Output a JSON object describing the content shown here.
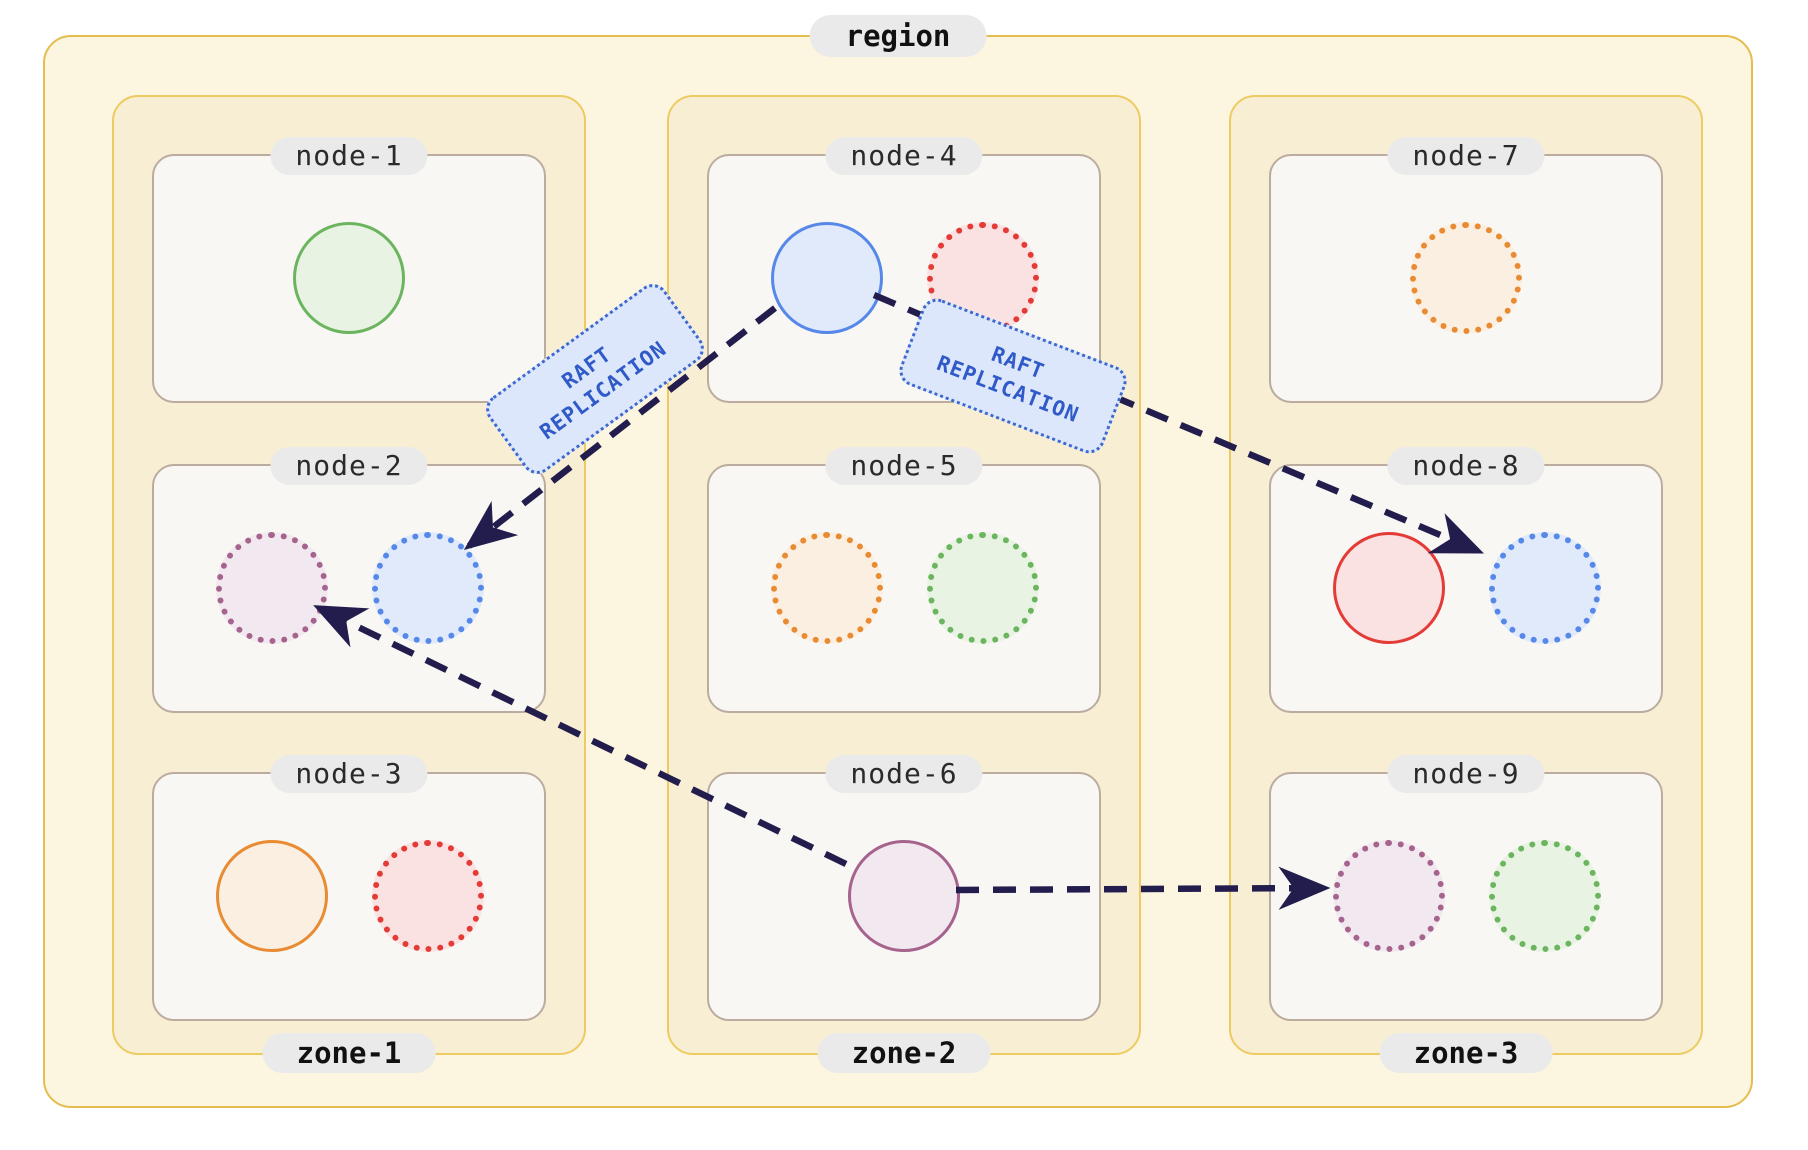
{
  "region": {
    "label": "region"
  },
  "zones": [
    {
      "label": "zone-1",
      "nodes": [
        {
          "label": "node-1",
          "replicas": [
            {
              "color": "green",
              "style": "solid"
            }
          ]
        },
        {
          "label": "node-2",
          "replicas": [
            {
              "color": "purple",
              "style": "dotted"
            },
            {
              "color": "blue",
              "style": "dotted"
            }
          ]
        },
        {
          "label": "node-3",
          "replicas": [
            {
              "color": "orange",
              "style": "solid"
            },
            {
              "color": "red",
              "style": "dotted"
            }
          ]
        }
      ]
    },
    {
      "label": "zone-2",
      "nodes": [
        {
          "label": "node-4",
          "replicas": [
            {
              "color": "blue",
              "style": "solid"
            },
            {
              "color": "red",
              "style": "dotted"
            }
          ]
        },
        {
          "label": "node-5",
          "replicas": [
            {
              "color": "orange",
              "style": "dotted"
            },
            {
              "color": "green",
              "style": "dotted"
            }
          ]
        },
        {
          "label": "node-6",
          "replicas": [
            {
              "color": "purple",
              "style": "solid"
            }
          ]
        }
      ]
    },
    {
      "label": "zone-3",
      "nodes": [
        {
          "label": "node-7",
          "replicas": [
            {
              "color": "orange",
              "style": "dotted"
            }
          ]
        },
        {
          "label": "node-8",
          "replicas": [
            {
              "color": "red",
              "style": "solid"
            },
            {
              "color": "blue",
              "style": "dotted"
            }
          ]
        },
        {
          "label": "node-9",
          "replicas": [
            {
              "color": "purple",
              "style": "dotted"
            },
            {
              "color": "green",
              "style": "dotted"
            }
          ]
        }
      ]
    }
  ],
  "raft_labels": [
    {
      "line1": "RAFT",
      "line2": "REPLICATION"
    },
    {
      "line1": "RAFT",
      "line2": "REPLICATION"
    }
  ],
  "colors": {
    "green": {
      "stroke": "#6CB55F",
      "fill": "#E9F3E4"
    },
    "blue": {
      "stroke": "#5688E9",
      "fill": "#E1EAFA"
    },
    "red": {
      "stroke": "#E43B37",
      "fill": "#FAE2E2"
    },
    "orange": {
      "stroke": "#E98B32",
      "fill": "#FAEFE1"
    },
    "purple": {
      "stroke": "#A5638D",
      "fill": "#F2E9F0"
    },
    "arrow": "#221D4D",
    "raft_label_text": "#2F5AC8",
    "raft_label_fill": "#DCE7FB",
    "region_fill": "#FCF5DF",
    "zone_fill": "#F8EED3",
    "node_fill": "#F8F7F4"
  }
}
